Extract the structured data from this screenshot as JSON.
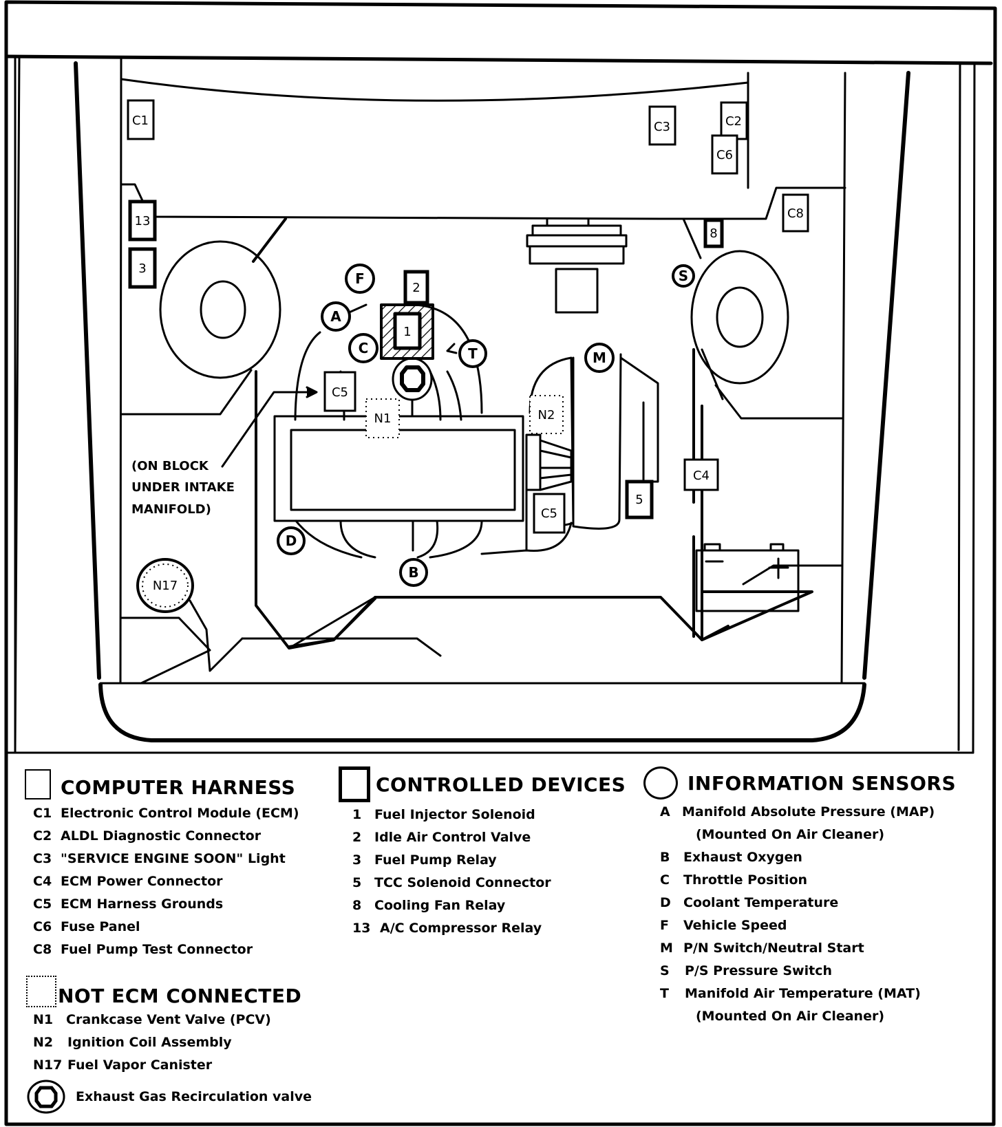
{
  "diagram": {
    "labels": {
      "c1": "C1",
      "c2": "C2",
      "c3": "C3",
      "c4": "C4",
      "c5a": "C5",
      "c5b": "C5",
      "c6": "C6",
      "c8": "C8",
      "d1": "1",
      "d2": "2",
      "d3": "3",
      "d5": "5",
      "d8": "8",
      "d13": "13",
      "n1": "N1",
      "n2": "N2",
      "n17": "N17",
      "sA": "A",
      "sB": "B",
      "sC": "C",
      "sD": "D",
      "sF": "F",
      "sM": "M",
      "sS": "S",
      "sT": "T",
      "battery_neg": "−",
      "battery_pos": "+"
    },
    "note_lines": [
      "(ON BLOCK",
      "UNDER INTAKE",
      "MANIFOLD)"
    ]
  },
  "legend": {
    "computer_harness": {
      "title": "COMPUTER HARNESS",
      "items": [
        {
          "code": "C1",
          "label": "Electronic Control Module (ECM)"
        },
        {
          "code": "C2",
          "label": "ALDL Diagnostic Connector"
        },
        {
          "code": "C3",
          "label": "\"SERVICE ENGINE SOON\" Light"
        },
        {
          "code": "C4",
          "label": "ECM Power Connector"
        },
        {
          "code": "C5",
          "label": "ECM Harness Grounds"
        },
        {
          "code": "C6",
          "label": "Fuse Panel"
        },
        {
          "code": "C8",
          "label": "Fuel Pump Test Connector"
        }
      ]
    },
    "not_ecm_connected": {
      "title": "NOT ECM CONNECTED",
      "items": [
        {
          "code": "N1",
          "label": "Crankcase Vent Valve (PCV)"
        },
        {
          "code": "N2",
          "label": "Ignition Coil Assembly"
        },
        {
          "code": "N17",
          "label": "Fuel Vapor Canister"
        }
      ]
    },
    "egr": {
      "label": "Exhaust Gas Recirculation valve"
    },
    "controlled_devices": {
      "title": "CONTROLLED DEVICES",
      "items": [
        {
          "code": "1",
          "label": "Fuel Injector Solenoid"
        },
        {
          "code": "2",
          "label": "Idle Air Control Valve"
        },
        {
          "code": "3",
          "label": "Fuel Pump Relay"
        },
        {
          "code": "5",
          "label": "TCC Solenoid Connector"
        },
        {
          "code": "8",
          "label": "Cooling Fan Relay"
        },
        {
          "code": "13",
          "label": "A/C Compressor Relay"
        }
      ]
    },
    "information_sensors": {
      "title": "INFORMATION SENSORS",
      "items": [
        {
          "code": "A",
          "label": "Manifold Absolute Pressure (MAP)"
        },
        {
          "code": "",
          "label": "(Mounted On Air Cleaner)"
        },
        {
          "code": "B",
          "label": "Exhaust Oxygen"
        },
        {
          "code": "C",
          "label": "Throttle Position"
        },
        {
          "code": "D",
          "label": "Coolant Temperature"
        },
        {
          "code": "F",
          "label": "Vehicle Speed"
        },
        {
          "code": "M",
          "label": "P/N Switch/Neutral Start"
        },
        {
          "code": "S",
          "label": "P/S Pressure Switch"
        },
        {
          "code": "T",
          "label": "Manifold Air Temperature (MAT)"
        },
        {
          "code": "",
          "label": "(Mounted On Air Cleaner)"
        }
      ]
    }
  }
}
